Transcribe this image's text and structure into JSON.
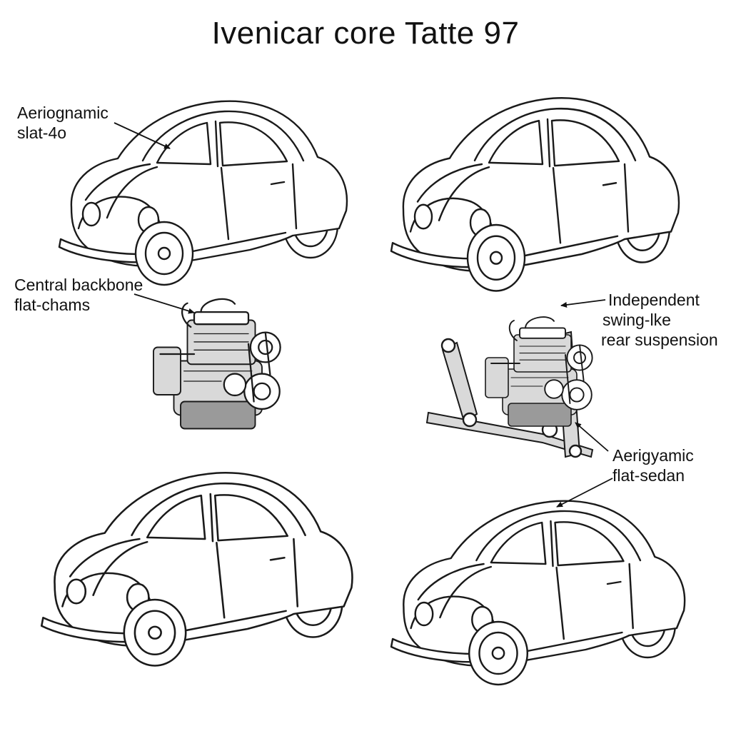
{
  "title": "Ivenicar core Tatte 97",
  "labels": {
    "top_left_line1": "Aeriognamic",
    "top_left_line2": "slat-4o",
    "mid_left_line1": "Central backbone",
    "mid_left_line2": "flat-chams",
    "mid_right_line1": "Independent",
    "mid_right_line2": "swing-lke",
    "mid_right_line3": "rear suspension",
    "low_right_line1": "Aerigyamic",
    "low_right_line2": "flat-sedan"
  },
  "icons": [
    "car-illustration",
    "engine-illustration",
    "suspension-illustration",
    "arrow"
  ]
}
